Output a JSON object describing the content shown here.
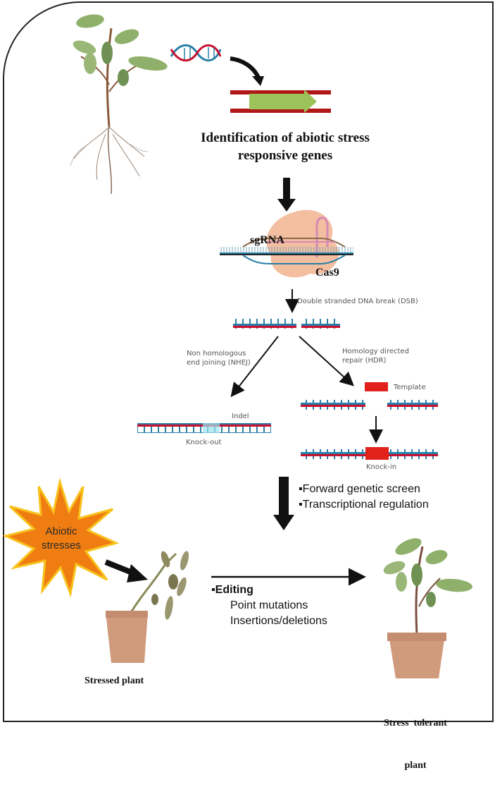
{
  "diagram": {
    "title_line1": "Identification of abiotic stress",
    "title_line2": "responsive genes",
    "sgrna_label": "sgRNA",
    "cas9_label": "Cas9",
    "dsb_label": "Double stranded DNA break (DSB)",
    "nhej_line1": "Non homologous",
    "nhej_line2": "end joining (NHEJ)",
    "hdr_line1": "Homology directed",
    "hdr_line2": "repair (HDR)",
    "template_label": "Template",
    "indel_label": "Indel",
    "knockout_label": "Knock-out",
    "knockin_label": "Knock-in",
    "approaches": [
      "Forward genetic screen",
      "Transcriptional regulation"
    ],
    "editing_label": "Editing",
    "editing_items": [
      "Point mutations",
      "Insertions/deletions"
    ],
    "stress_burst_line1": "Abiotic",
    "stress_burst_line2": "stresses",
    "stressed_plant_label": "Stressed plant",
    "tolerant_plant_line1": "Stress  tolerant",
    "tolerant_plant_line2": "plant",
    "bullet": "▪"
  },
  "colors": {
    "dna_red": "#c8102e",
    "dna_blue": "#2a7fa8",
    "gene_bar_red": "#b01818",
    "gene_arrow_green": "#9bc35a",
    "cas9_peach": "#f2b38f",
    "template_red": "#e0221b",
    "burst_orange": "#f07d12",
    "burst_yellow": "#f7c21c",
    "leaf_green": "#8fb06a",
    "pot_terracotta": "#d09a7c"
  }
}
